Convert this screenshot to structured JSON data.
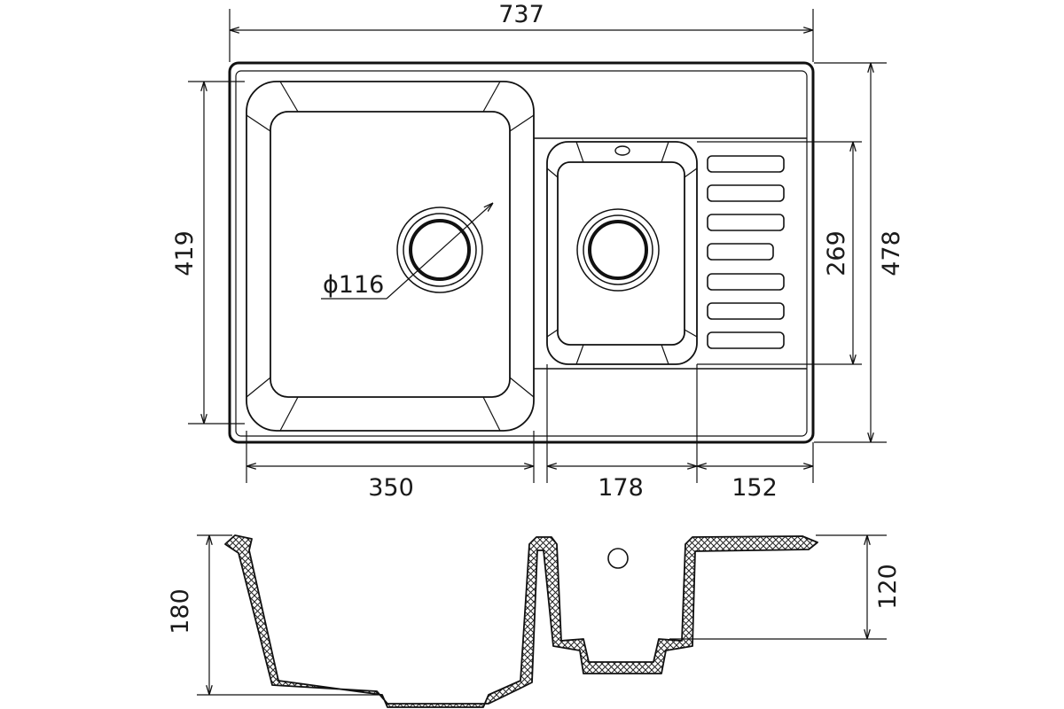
{
  "dimensions": {
    "overall_width": "737",
    "left_depth": "419",
    "overall_depth": "478",
    "small_bowl_depth": "269",
    "drain_diameter": "ϕ116",
    "left_bowl_width": "350",
    "small_bowl_width": "178",
    "drainboard_width": "152",
    "main_bowl_height": "180",
    "small_bowl_height": "120"
  },
  "colors": {
    "line": "#111111",
    "hatch": "#222222",
    "background": "#ffffff"
  }
}
